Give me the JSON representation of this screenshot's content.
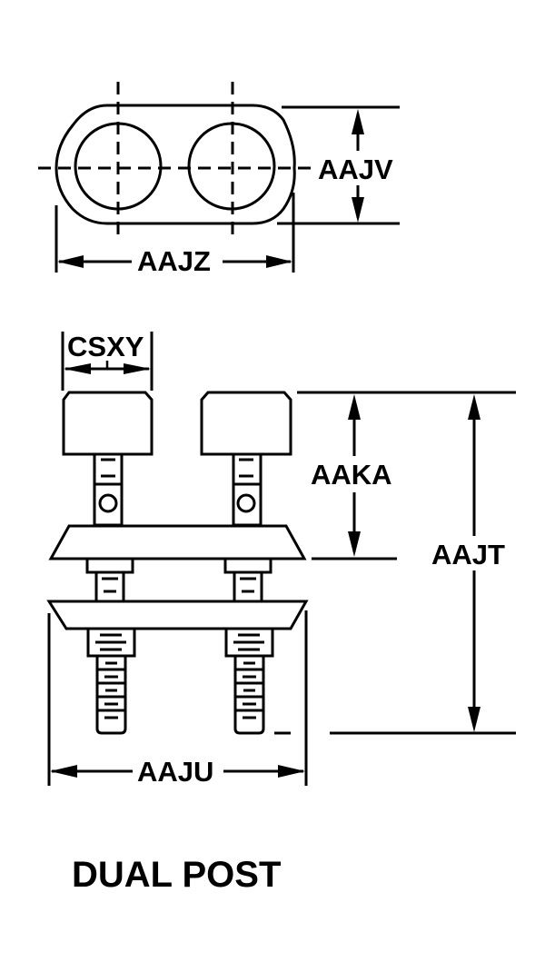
{
  "diagram": {
    "title": "DUAL POST",
    "top_view": {
      "dimensions": {
        "height_label": "AAJV",
        "width_label": "AAJZ"
      }
    },
    "side_view": {
      "dimensions": {
        "knob_width_label": "CSXY",
        "knob_to_plate_label": "AAKA",
        "overall_height_label": "AAJT",
        "overall_width_label": "AAJU"
      }
    },
    "colors": {
      "line": "#000000",
      "background": "#ffffff"
    }
  }
}
